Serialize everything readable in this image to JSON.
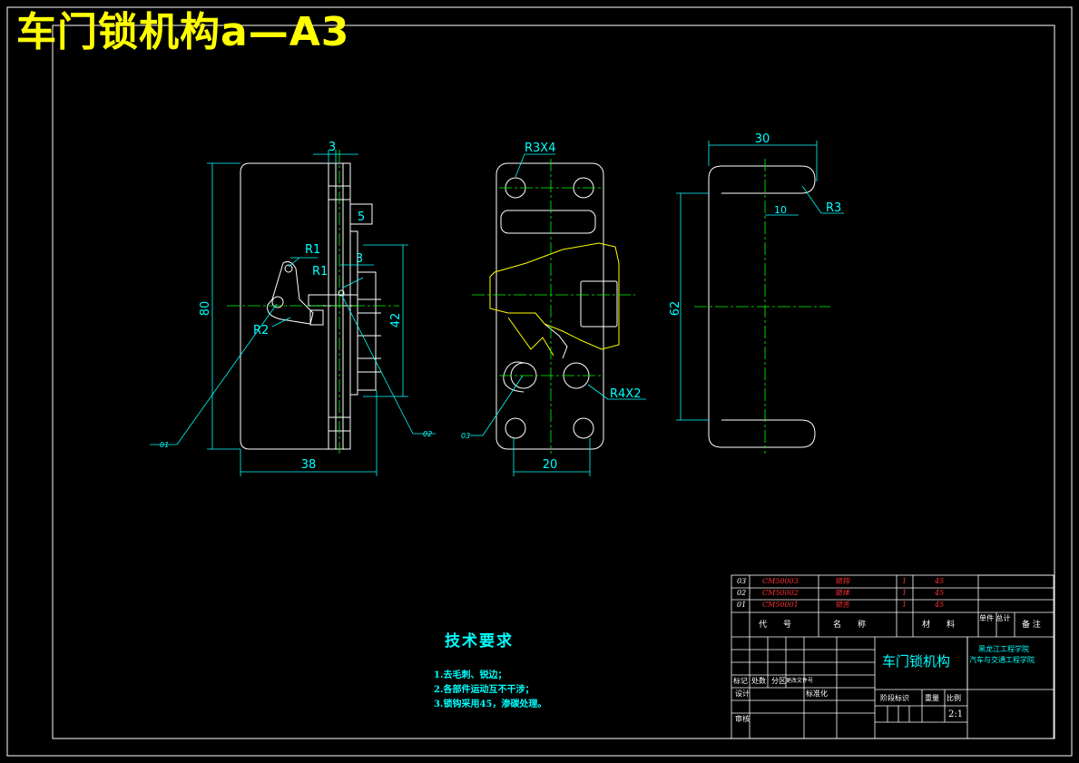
{
  "drawing_title": "车门锁机构a—A3",
  "colors": {
    "background": "#000000",
    "frame": "#ffffff",
    "outline": "#ffffff",
    "dimension": "#00ffff",
    "centerline": "#00ff00",
    "yellow_part": "#ffff00",
    "parts_code": "#ff3030"
  },
  "views": {
    "side": {
      "dims": {
        "top_width": "3",
        "slot_width": "5",
        "gap": "3",
        "total_height": "80",
        "mid_height": "42",
        "bottom_width": "38"
      },
      "radii": {
        "upper": "R1",
        "mid": "R1",
        "lower": "R2"
      },
      "balloons": {
        "left": "01",
        "right": "02"
      }
    },
    "front": {
      "dims": {
        "holes_top": "R3X4",
        "holes_bottom": "R4X2",
        "bottom_width": "20"
      },
      "balloon": "03"
    },
    "right": {
      "dims": {
        "top_width": "30",
        "inner_offset": "10",
        "radius": "R3",
        "height": "62"
      }
    }
  },
  "tech_requirements": {
    "title": "技术要求",
    "items": [
      "1.去毛刺、锐边；",
      "2.各部件运动互不干涉；",
      "3.锁钩采用45，渗碳处理。"
    ]
  },
  "parts_list": {
    "rows": [
      {
        "no": "03",
        "code": "CM50003",
        "name": "锁钩",
        "qty": "1",
        "material": "45"
      },
      {
        "no": "02",
        "code": "CM50002",
        "name": "锁体",
        "qty": "1",
        "material": "45"
      },
      {
        "no": "01",
        "code": "CM50001",
        "name": "锁舌",
        "qty": "1",
        "material": "45"
      }
    ],
    "headers": {
      "code": "代　　号",
      "name": "名　　称",
      "material": "材　　料",
      "unit_total": "单件 总计",
      "remark": "备 注"
    }
  },
  "title_block": {
    "part_name": "车门锁机构",
    "school": "黑龙江工程学院",
    "department": "汽车与交通工程学院",
    "labels": {
      "mark": "标记",
      "count": "处数",
      "zone": "分区",
      "change_doc": "更改文件号",
      "design": "设计",
      "standardize": "标准化",
      "review": "审核",
      "stage": "阶段标识",
      "weight": "重量",
      "scale_label": "比例"
    },
    "scale": "2:1"
  }
}
